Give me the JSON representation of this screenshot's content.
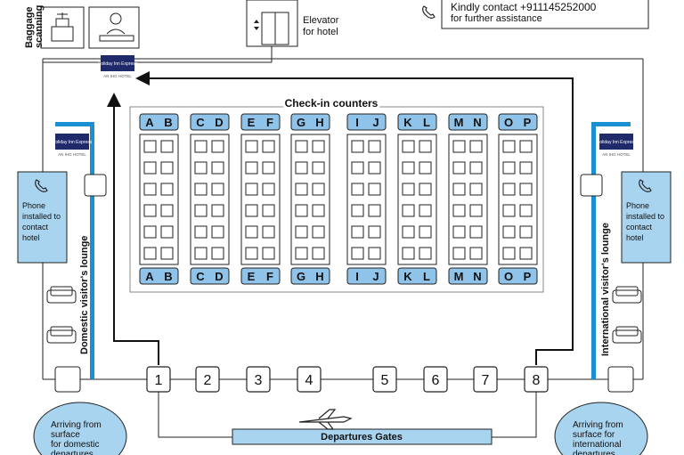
{
  "contact": {
    "line1": "Kindly contact +911145252000",
    "line2": "for further assistance"
  },
  "elevator": {
    "line1": "Elevator",
    "line2": "for hotel"
  },
  "baggage": {
    "line1": "Baggage",
    "line2": "scanning"
  },
  "check_in_title": "Check-in counters",
  "counters": [
    [
      "A",
      "B"
    ],
    [
      "C",
      "D"
    ],
    [
      "E",
      "F"
    ],
    [
      "G",
      "H"
    ],
    [
      "I",
      "J"
    ],
    [
      "K",
      "L"
    ],
    [
      "M",
      "N"
    ],
    [
      "O",
      "P"
    ]
  ],
  "phone_box": {
    "line1": "Phone",
    "line2": "installed to",
    "line3": "contact",
    "line4": "hotel"
  },
  "lounges": {
    "domestic": "Domestic visitor's lounge",
    "international": "International visitor's lounge"
  },
  "gates": [
    "1",
    "2",
    "3",
    "4",
    "5",
    "6",
    "7",
    "8"
  ],
  "departures_label": "Departures Gates",
  "arrivals": {
    "domestic": {
      "line1": "Arriving from",
      "line2": "surface",
      "line3": "for domestic",
      "line4": "departures"
    },
    "international": {
      "line1": "Arriving from",
      "line2": "surface for",
      "line3": "international",
      "line4": "departures"
    }
  },
  "logo": {
    "brand": "Holiday Inn Express",
    "sub": "AN IHG HOTEL"
  },
  "colors": {
    "accent_blue": "#1a8fd1",
    "light_blue": "#a9d4f0",
    "counter_blue": "#8fc3ea",
    "logo_navy": "#1f2a6b"
  },
  "icons": [
    "phone-icon",
    "airplane-icon",
    "sofa-icon",
    "security-guard-icon",
    "baggage-scanner-icon",
    "elevator-icon"
  ]
}
